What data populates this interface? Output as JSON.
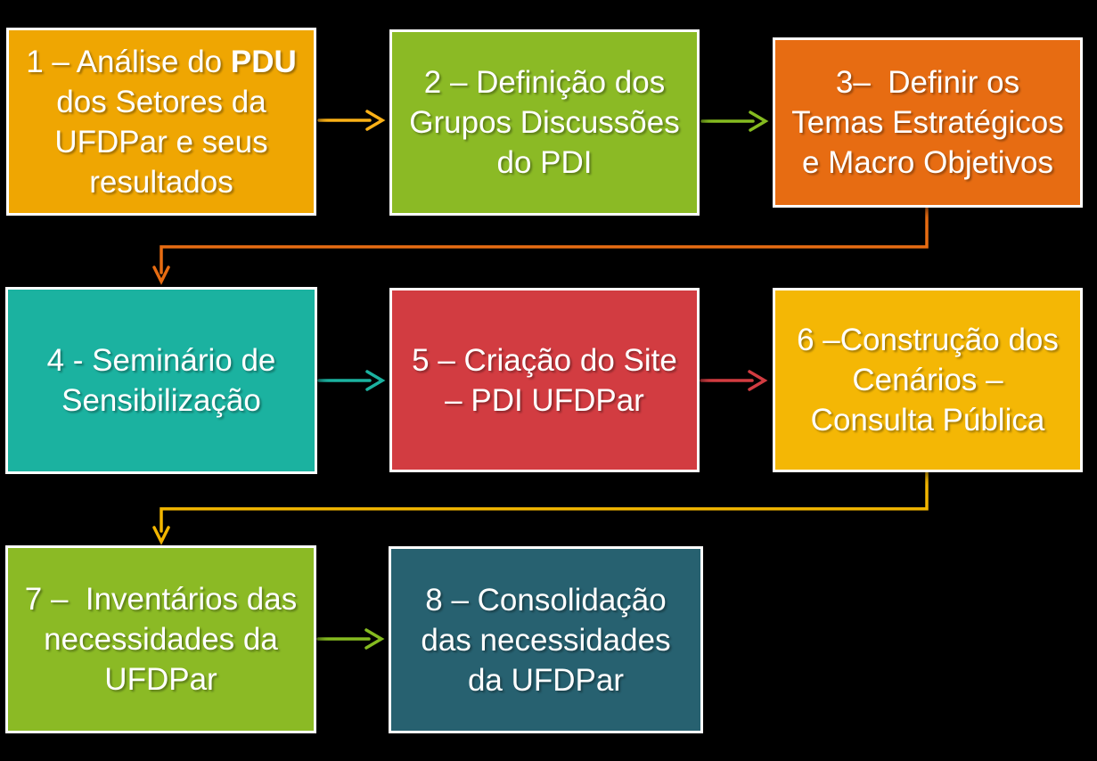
{
  "page": {
    "background": "#000000",
    "description": "Flowchart of 8 PDI planning steps for UFDPar"
  },
  "boxes": [
    {
      "id": "1",
      "color": "#EFA602",
      "label": "1 – Análise do PDU dos Setores da UFDPar e seus resultados",
      "lines": [
        [
          {
            "t": "1 – Análise do "
          },
          {
            "t": "PDU",
            "b": true
          }
        ],
        [
          {
            "t": "dos Setores da"
          }
        ],
        [
          {
            "t": "UFDPar e seus"
          }
        ],
        [
          {
            "t": "resultados"
          }
        ]
      ]
    },
    {
      "id": "2",
      "color": "#8BBA25",
      "label": "2 – Definição dos Grupos Discussões do PDI",
      "lines": [
        [
          {
            "t": "2 – Definição dos"
          }
        ],
        [
          {
            "t": "Grupos Discussões"
          }
        ],
        [
          {
            "t": "do PDI"
          }
        ]
      ]
    },
    {
      "id": "3",
      "color": "#E76C12",
      "label": "3–  Definir os Temas Estratégicos e Macro Objetivos",
      "lines": [
        [
          {
            "t": "3–  Definir os"
          }
        ],
        [
          {
            "t": "Temas Estratégicos"
          }
        ],
        [
          {
            "t": "e Macro Objetivos"
          }
        ]
      ]
    },
    {
      "id": "4",
      "color": "#1BB2A0",
      "label": "4 - Seminário de Sensibilização",
      "lines": [
        [
          {
            "t": "4 - Seminário de"
          }
        ],
        [
          {
            "t": "Sensibilização"
          }
        ]
      ]
    },
    {
      "id": "5",
      "color": "#D23C41",
      "label": "5 – Criação do Site – PDI UFDPar",
      "lines": [
        [
          {
            "t": "5 – Criação do Site"
          }
        ],
        [
          {
            "t": "– PDI UFDPar"
          }
        ]
      ]
    },
    {
      "id": "6",
      "color": "#F4B705",
      "label": "6 –Construção dos Cenários – Consulta Pública",
      "lines": [
        [
          {
            "t": "6 –Construção dos"
          }
        ],
        [
          {
            "t": "Cenários –"
          }
        ],
        [
          {
            "t": "Consulta Pública"
          }
        ]
      ]
    },
    {
      "id": "7",
      "color": "#8BBA25",
      "label": "7 –  Inventários das necessidades da UFDPar",
      "lines": [
        [
          {
            "t": "7 –  Inventários das"
          }
        ],
        [
          {
            "t": "necessidades da"
          }
        ],
        [
          {
            "t": "UFDPar"
          }
        ]
      ]
    },
    {
      "id": "8",
      "color": "#276170",
      "label": "8 – Consolidação das necessidades da UFDPar",
      "lines": [
        [
          {
            "t": "8 – Consolidação"
          }
        ],
        [
          {
            "t": "das necessidades"
          }
        ],
        [
          {
            "t": "da UFDPar"
          }
        ]
      ]
    }
  ],
  "arrows": {
    "a12": {
      "from": "1",
      "to": "2",
      "color": "#FBB117"
    },
    "a23": {
      "from": "2",
      "to": "3",
      "color": "#85BB20"
    },
    "a34": {
      "from": "3",
      "to": "4",
      "color": "#E76C12"
    },
    "a45": {
      "from": "4",
      "to": "5",
      "color": "#1BB2A0"
    },
    "a56": {
      "from": "5",
      "to": "6",
      "color": "#D23C41"
    },
    "a67": {
      "from": "6",
      "to": "7",
      "color": "#F2B600"
    },
    "a78": {
      "from": "7",
      "to": "8",
      "color": "#85BB20"
    }
  }
}
